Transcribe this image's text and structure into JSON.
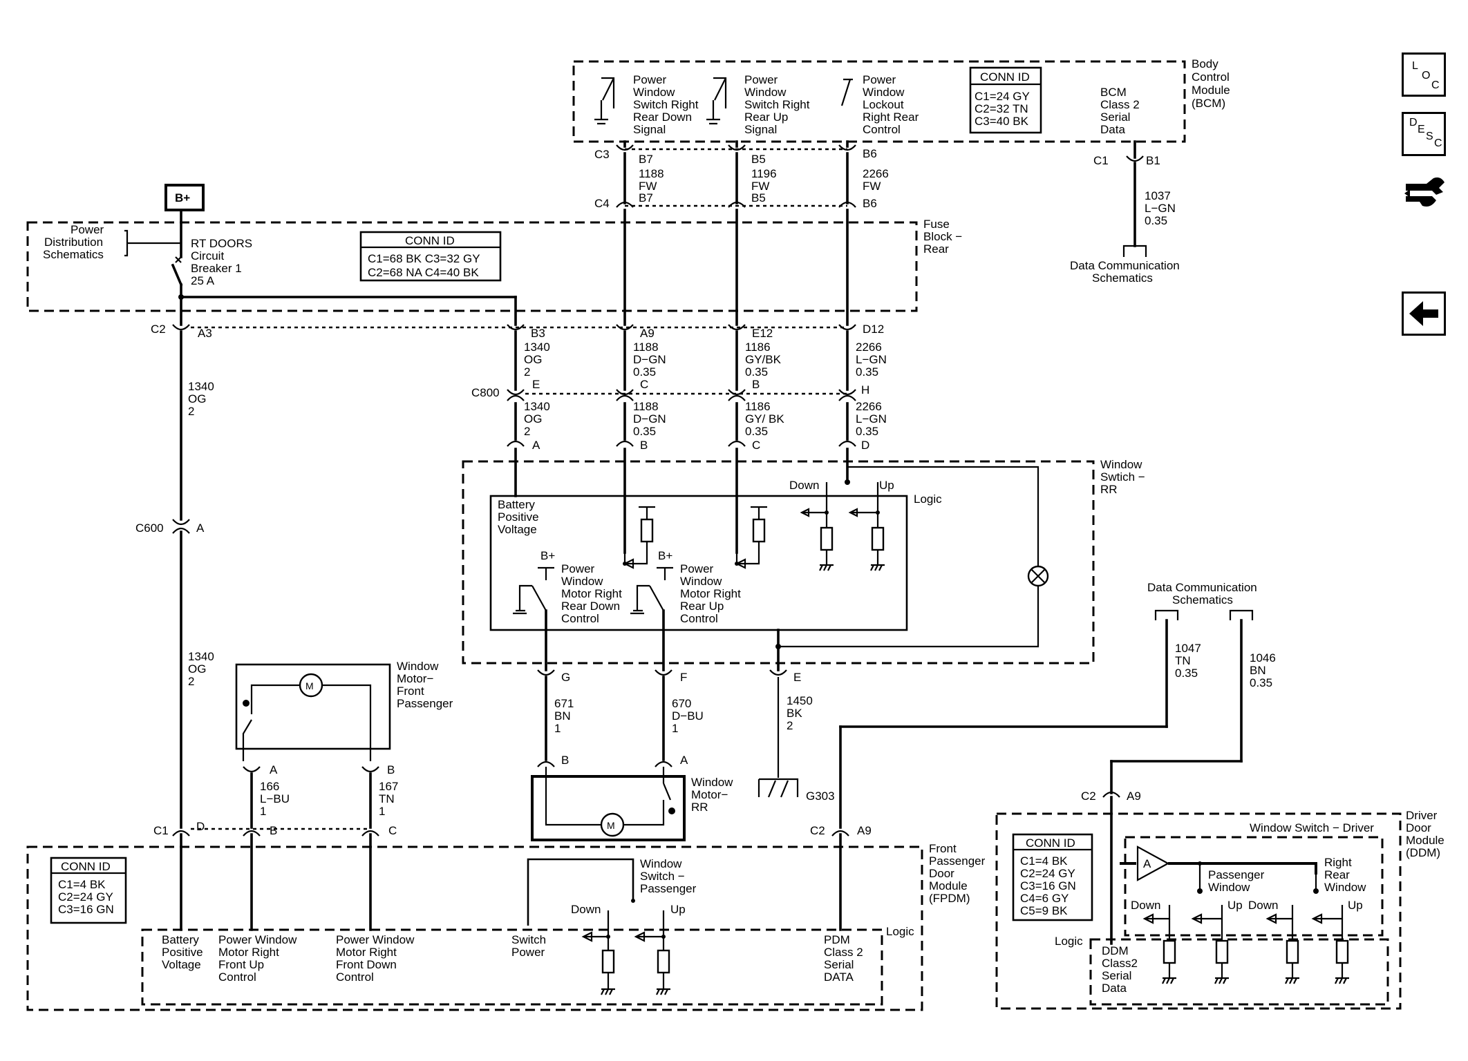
{
  "bplus_box": "B+",
  "bcm": {
    "title": [
      "Body",
      "Control",
      "Module",
      "(BCM)"
    ],
    "sw_rear_down": [
      "Power",
      "Window",
      "Switch Right",
      "Rear Down",
      "Signal"
    ],
    "sw_rear_up": [
      "Power",
      "Window",
      "Switch Right",
      "Rear Up",
      "Signal"
    ],
    "lockout": [
      "Power",
      "Window",
      "Lockout",
      "Right Rear",
      "Control"
    ],
    "conn_id_title": "CONN ID",
    "conn_id": [
      "C1=24 GY",
      "C2=32 TN",
      "C3=40 BK"
    ],
    "serial": [
      "BCM",
      "Class 2",
      "Serial",
      "Data"
    ],
    "c3": "C3",
    "c1": "C1",
    "b1": "B1",
    "pins_top": [
      "B7",
      "B5",
      "B6"
    ],
    "pins_bottom": [
      "B7",
      "B5",
      "B6"
    ]
  },
  "c4": "C4",
  "wire_1188_fw": [
    "1188",
    "FW"
  ],
  "wire_1196_fw": [
    "1196",
    "FW"
  ],
  "wire_2266_fw": [
    "2266",
    "FW"
  ],
  "wire_1037": [
    "1037",
    "L−GN",
    "0.35"
  ],
  "data_comm_top": [
    "Data Communication",
    "Schematics"
  ],
  "fuse_block": {
    "title": [
      "Fuse",
      "Block −",
      "Rear"
    ],
    "power_dist": [
      "Power",
      "Distribution",
      "Schematics"
    ],
    "breaker": [
      "RT DOORS",
      "Circuit",
      "Breaker 1",
      "25 A"
    ],
    "conn_id_title": "CONN ID",
    "conn_id": [
      "C1=68 BK  C3=32 GY",
      "C2=68 NA  C4=40 BK"
    ]
  },
  "c2_row": {
    "c2": "C2",
    "a3": "A3",
    "pins": [
      "B3",
      "A9",
      "E12",
      "D12"
    ]
  },
  "upper_wires": [
    [
      "1340",
      "OG",
      "2"
    ],
    [
      "1188",
      "D−GN",
      "0.35"
    ],
    [
      "1186",
      "GY/BK",
      "0.35"
    ],
    [
      "2266",
      "L−GN",
      "0.35"
    ]
  ],
  "c800": {
    "label": "C800",
    "pins": [
      "E",
      "C",
      "B",
      "H"
    ]
  },
  "lower_wires": [
    [
      "1340",
      "OG",
      "2"
    ],
    [
      "1188",
      "D−GN",
      "0.35"
    ],
    [
      "1186",
      "GY/ BK",
      "0.35"
    ],
    [
      "2266",
      "L−GN",
      "0.35"
    ]
  ],
  "rr_pins": [
    "A",
    "B",
    "C",
    "D"
  ],
  "left_wire": [
    "1340",
    "OG",
    "2"
  ],
  "c600": {
    "label": "C600",
    "pin": "A"
  },
  "left_wire2": [
    "1340",
    "OG",
    "2"
  ],
  "window_switch_rr": {
    "title": [
      "Window",
      "Swtich −",
      "RR"
    ],
    "logic": "Logic",
    "batt": [
      "Battery",
      "Positive",
      "Voltage"
    ],
    "down": "Down",
    "up": "Up",
    "bplus1": "B+",
    "bplus2": "B+",
    "motor_down": [
      "Power",
      "Window",
      "Motor Right",
      "Rear Down",
      "Control"
    ],
    "motor_up": [
      "Power",
      "Window",
      "Motor Right",
      "Rear Up",
      "Control"
    ]
  },
  "rr_lower_pins": [
    "G",
    "F",
    "E"
  ],
  "wire_671": [
    "671",
    "BN",
    "1"
  ],
  "wire_670": [
    "670",
    "D−BU",
    "1"
  ],
  "wire_1450": [
    "1450",
    "BK",
    "2"
  ],
  "g303": "G303",
  "motor_rr": {
    "title": [
      "Window",
      "Motor−",
      "RR"
    ],
    "pin_b": "B",
    "pin_a": "A",
    "m": "M"
  },
  "motor_fp": {
    "title": [
      "Window",
      "Motor−",
      "Front",
      "Passenger"
    ],
    "m": "M",
    "pin_a": "A",
    "pin_b": "B"
  },
  "wire_166": [
    "166",
    "L−BU",
    "1"
  ],
  "wire_167": [
    "167",
    "TN",
    "1"
  ],
  "data_comm_right": [
    "Data Communication",
    "Schematics"
  ],
  "wire_1047": [
    "1047",
    "TN",
    "0.35"
  ],
  "wire_1046": [
    "1046",
    "BN",
    "0.35"
  ],
  "fpdm": {
    "title": [
      "Front",
      "Passenger",
      "Door",
      "Module",
      "(FPDM)"
    ],
    "c1": "C1",
    "pin_d": "D",
    "pin_b": "B",
    "pin_c": "C",
    "c2": "C2",
    "pin_a9": "A9",
    "conn_id_title": "CONN ID",
    "conn_id": [
      "C1=4 BK",
      "C2=24 GY",
      "C3=16 GN"
    ],
    "switch_title": [
      "Window",
      "Switch −",
      "Passenger"
    ],
    "down": "Down",
    "up": "Up",
    "logic": "Logic",
    "batt": [
      "Battery",
      "Positive",
      "Voltage"
    ],
    "front_up": [
      "Power Window",
      "Motor Right",
      "Front Up",
      "Control"
    ],
    "front_down": [
      "Power Window",
      "Motor Right",
      "Front Down",
      "Control"
    ],
    "switch_power": [
      "Switch",
      "Power"
    ],
    "pdm": [
      "PDM",
      "Class 2",
      "Serial",
      "DATA"
    ]
  },
  "ddm": {
    "title": [
      "Driver",
      "Door",
      "Module",
      "(DDM)"
    ],
    "c2": "C2",
    "a9": "A9",
    "conn_id_title": "CONN ID",
    "conn_id": [
      "C1=4 BK",
      "C2=24 GY",
      "C3=16 GN",
      "C4=6 GY",
      "C5=9 BK"
    ],
    "switch_title": "Window Switch − Driver",
    "amp": "A",
    "passenger": [
      "Passenger",
      "Window"
    ],
    "right_rear": [
      "Right",
      "Rear",
      "Window"
    ],
    "down1": "Down",
    "up1": "Up",
    "down2": "Down",
    "up2": "Up",
    "logic": "Logic",
    "serial": [
      "DDM",
      "Class2",
      "Serial",
      "Data"
    ]
  },
  "side_icons": {
    "loc": [
      "L",
      "O",
      "C"
    ],
    "desc": [
      "D",
      "E",
      "S",
      "C"
    ],
    "wrench": "wrench-icon",
    "back": "arrow-left-icon"
  }
}
